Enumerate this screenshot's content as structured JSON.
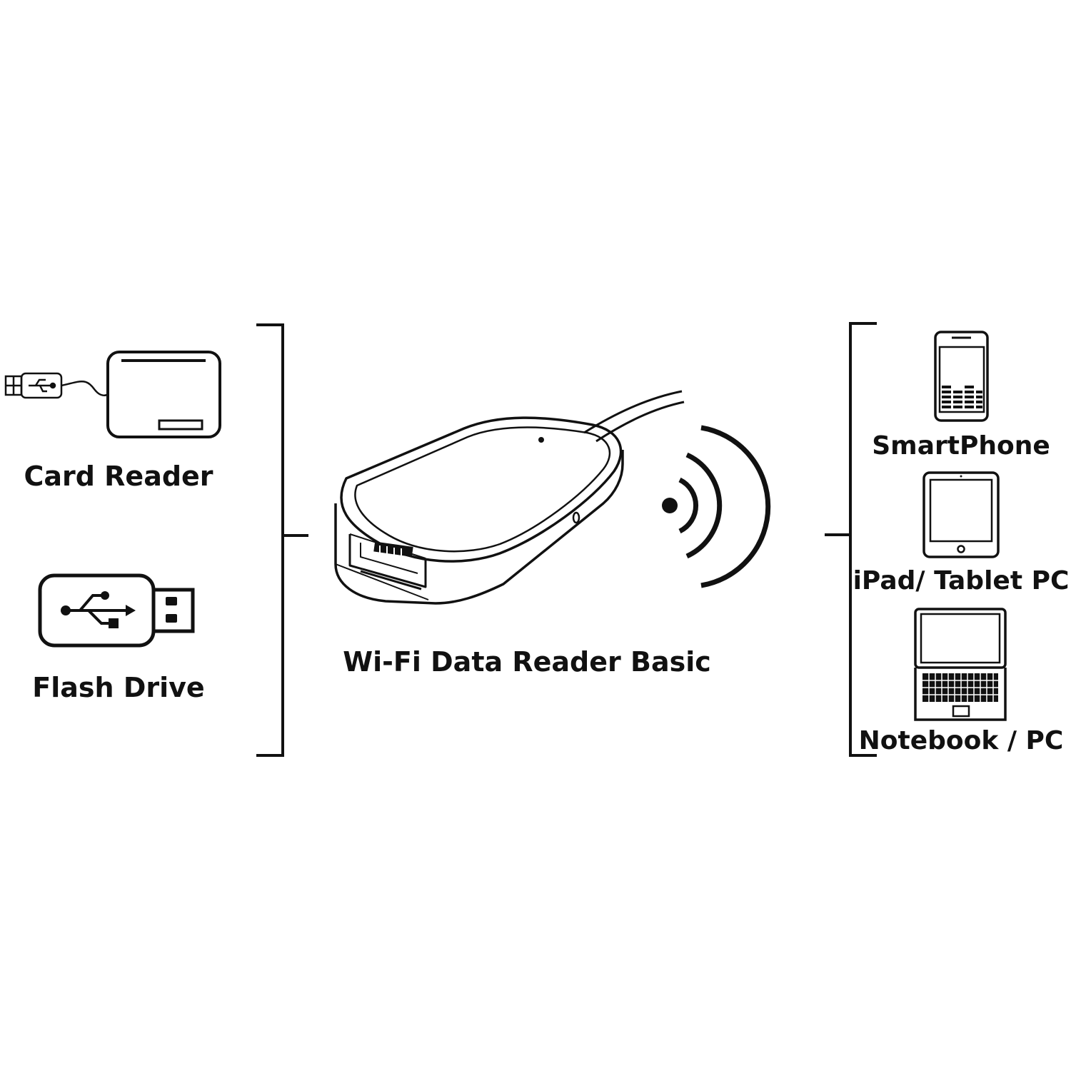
{
  "labels": {
    "card_reader": "Card Reader",
    "flash_drive": "Flash Drive",
    "device": "Wi-Fi Data Reader Basic",
    "smartphone": "SmartPhone",
    "tablet": "iPad/ Tablet PC",
    "notebook": "Notebook / PC"
  },
  "colors": {
    "line": "#111111",
    "background": "#ffffff"
  },
  "icons": [
    "usb-plug-icon",
    "card-reader-icon",
    "usb-flash-drive-icon",
    "wifi-signal-icon",
    "smartphone-icon",
    "tablet-icon",
    "notebook-icon"
  ]
}
